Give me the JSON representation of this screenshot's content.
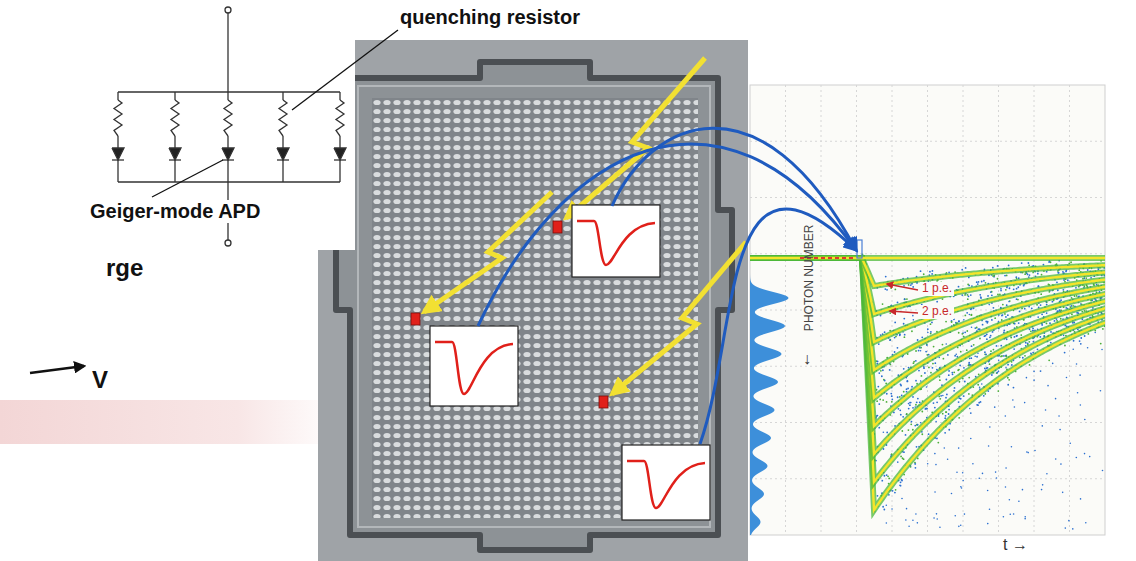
{
  "diagram": {
    "labels": [
      "quenching resistor",
      "Geiger-mode APD",
      "rge",
      "V",
      "1 p.e.",
      "2 p.e.",
      "PHOTON NUMBER",
      "↓",
      "t →"
    ]
  }
}
